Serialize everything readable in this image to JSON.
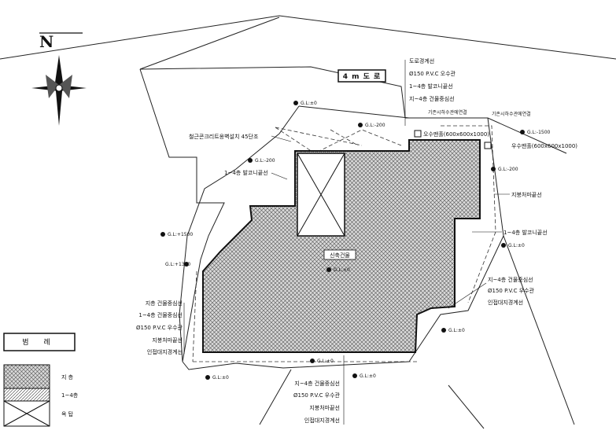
{
  "north_label": "N",
  "road_title": "4 m 도 로",
  "building_label": "신축건물",
  "gl_labels": {
    "top_left": "G.L:±0",
    "top_mid": "G.L:-200",
    "top_right": "G.L:-1500",
    "top_left_2": "G.L:-200",
    "right_mid": "G.L:-200",
    "left_1500": "G.L:+1500",
    "left_1300": "G.L:+1300",
    "right_0": "G.L:±0",
    "center": "G.L:±0",
    "right_lower": "G.L:±0",
    "bottom_left": "G.L:±0",
    "bottom_mid": "G.L:±0",
    "bottom_right": "G.L:±0"
  },
  "callouts_top": [
    "도로경계선",
    "Ø150 P.V.C 오수관",
    "1~4층 발코니끝선",
    "지~4층 건물중심선"
  ],
  "sewer_connect_1": "기존시하수관에연결",
  "sewer_connect_2": "기존시하수관에연결",
  "manhole_sewage": "오수맨홀(600x600x1000)",
  "manhole_rain": "우수맨홀(600x600x1000)",
  "retaining_wall": "철근콘크리트옹벽설치 45단조",
  "balcony_left": "1~4층 발코니끝선",
  "right_callouts": {
    "site_boundary": "지붕처마끝선",
    "balcony": "1~4층 발코니끝선"
  },
  "right_lower_callouts": [
    "지~4층 건물중심선",
    "Ø150 P.V.C 우수관",
    "인접대지경계선"
  ],
  "left_callouts": [
    "지층 건물중심선",
    "1~4층 건물중심선",
    "Ø150 P.V.C 우수관",
    "지붕처마끝선",
    "인접대지경계선"
  ],
  "bottom_callouts": [
    "지~4층 건물중심선",
    "Ø150 P.V.C 우수관",
    "지붕처마끝선",
    "인접대지경계선"
  ],
  "legend": {
    "title": "범 례",
    "items": [
      {
        "label": "지 층"
      },
      {
        "label": "1~4층"
      },
      {
        "label": "옥 탑"
      }
    ]
  }
}
